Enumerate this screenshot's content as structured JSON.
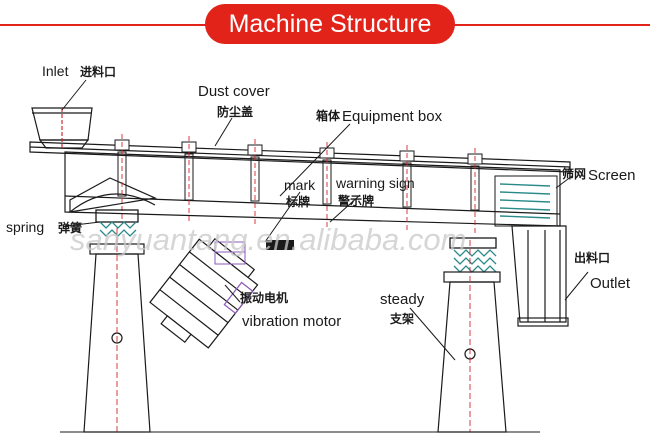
{
  "header": {
    "title": "Machine Structure",
    "color": "#e2231a"
  },
  "labels": {
    "inlet": "Inlet",
    "inlet_cn": "进料口",
    "dust_cover": "Dust cover",
    "dust_cover_cn": "防尘盖",
    "equipment_box_cn": "箱体",
    "equipment_box": "Equipment box",
    "mark": "mark",
    "mark_cn": "标牌",
    "warning_sign": "warning sign",
    "warning_sign_cn": "警示牌",
    "screen_cn": "筛网",
    "screen": "Screen",
    "spring": "spring",
    "spring_cn": "弹簧",
    "outlet_cn": "出料口",
    "outlet": "Outlet",
    "steady": "steady",
    "steady_cn": "支架",
    "vibration_motor_cn": "振动电机",
    "vibration_motor": "vibration motor"
  },
  "watermark": "sanyuantang.en.alibaba.com",
  "colors": {
    "line": "#1a1a1a",
    "centerline": "#d2282e",
    "spring": "#2a8a8a",
    "motor_accent": "#8a5ab8"
  }
}
